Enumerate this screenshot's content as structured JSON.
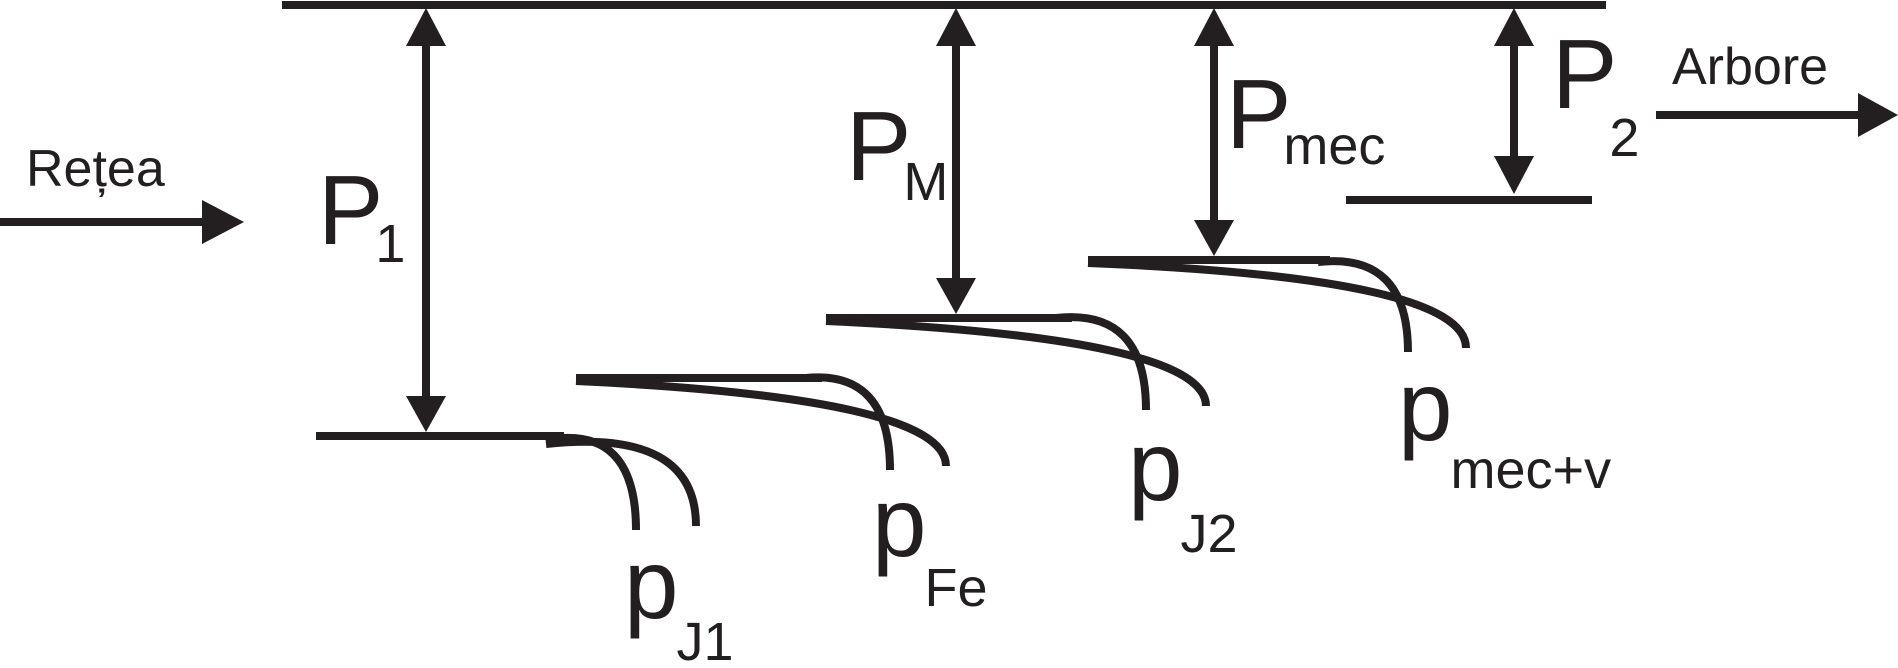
{
  "input": {
    "label": "Rețea"
  },
  "output": {
    "label": "Arbore"
  },
  "powers": [
    {
      "symbol": "P",
      "subscript": "1"
    },
    {
      "symbol": "P",
      "subscript": "M"
    },
    {
      "symbol": "P",
      "subscript": "mec"
    },
    {
      "symbol": "P",
      "subscript": "2"
    }
  ],
  "losses": [
    {
      "symbol": "p",
      "subscript": "J1"
    },
    {
      "symbol": "p",
      "subscript": "Fe"
    },
    {
      "symbol": "p",
      "subscript": "J2"
    },
    {
      "symbol": "p",
      "subscript": "mec+v"
    }
  ],
  "colors": {
    "ink": "#231f20",
    "background": "#ffffff"
  }
}
